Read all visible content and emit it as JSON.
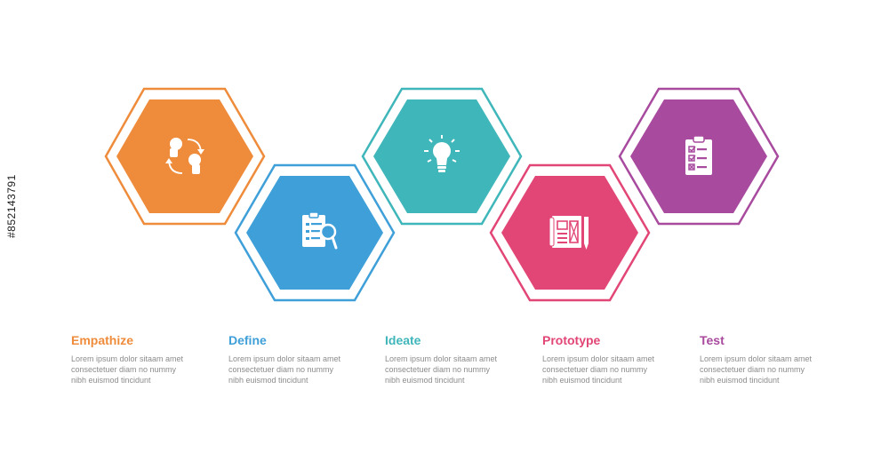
{
  "colors": {
    "empathize": "#ef8c3c",
    "define": "#3f9fd8",
    "ideate": "#3fb6ba",
    "prototype": "#e24676",
    "test": "#a84a9e"
  },
  "steps": [
    {
      "title": "Empathize",
      "color": "#ef8c3c",
      "icon": "two-heads-exchange-icon",
      "desc": [
        "Lorem ipsum dolor sitaam amet",
        "consectetuer diam no nummy",
        "nibh euismod tincidunt"
      ]
    },
    {
      "title": "Define",
      "color": "#3f9fd8",
      "icon": "clipboard-magnifier-icon",
      "desc": [
        "Lorem ipsum dolor sitaam amet",
        "consectetuer diam no nummy",
        "nibh euismod tincidunt"
      ]
    },
    {
      "title": "Ideate",
      "color": "#3fb6ba",
      "icon": "lightbulb-icon",
      "desc": [
        "Lorem ipsum dolor sitaam amet",
        "consectetuer diam no nummy",
        "nibh euismod tincidunt"
      ]
    },
    {
      "title": "Prototype",
      "color": "#e24676",
      "icon": "blueprint-pencil-icon",
      "desc": [
        "Lorem ipsum dolor sitaam amet",
        "consectetuer diam no nummy",
        "nibh euismod tincidunt"
      ]
    },
    {
      "title": "Test",
      "color": "#a84a9e",
      "icon": "checklist-clipboard-icon",
      "desc": [
        "Lorem ipsum dolor sitaam amet",
        "consectetuer diam no nummy",
        "nibh euismod tincidunt"
      ]
    }
  ],
  "watermark_id": "#852143791"
}
